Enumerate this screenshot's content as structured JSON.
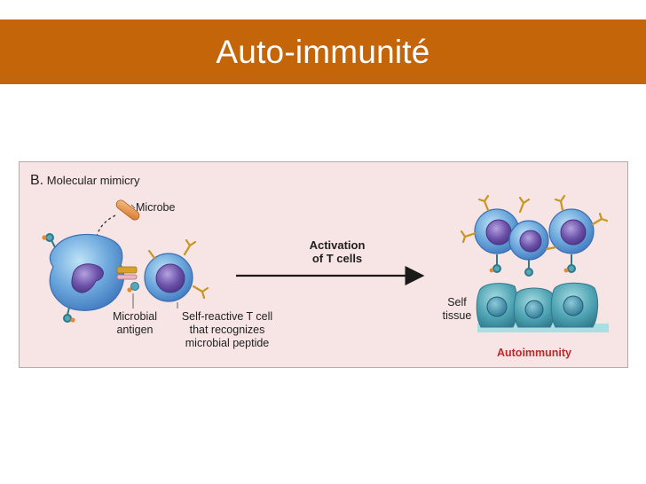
{
  "slide": {
    "title": "Auto-immunité"
  },
  "figure": {
    "panel_letter": "B.",
    "panel_title": "Molecular mimicry",
    "microbe_label": "Microbe",
    "antigen_label_line1": "Microbial",
    "antigen_label_line2": "antigen",
    "tcell_label_line1": "Self-reactive T cell",
    "tcell_label_line2": "that recognizes",
    "tcell_label_line3": "microbial peptide",
    "activation_label_line1": "Activation",
    "activation_label_line2": "of T cells",
    "self_tissue_line1": "Self",
    "self_tissue_line2": "tissue",
    "result_label": "Autoimmunity"
  },
  "colors": {
    "title_bar": "#c4650a",
    "figure_background": "#f7e4e4",
    "cell_membrane": "#4f8fd0",
    "nucleus": "#6a4fa8",
    "tissue_cell": "#3e98a8",
    "receptor": "#d6a424",
    "microbe": "#e08a35",
    "result_text": "#c0282b"
  },
  "icons": {
    "apc": "antigen-presenting-cell-icon",
    "tcell": "t-cell-icon",
    "microbe": "microbe-icon",
    "tissue": "self-tissue-icon"
  }
}
